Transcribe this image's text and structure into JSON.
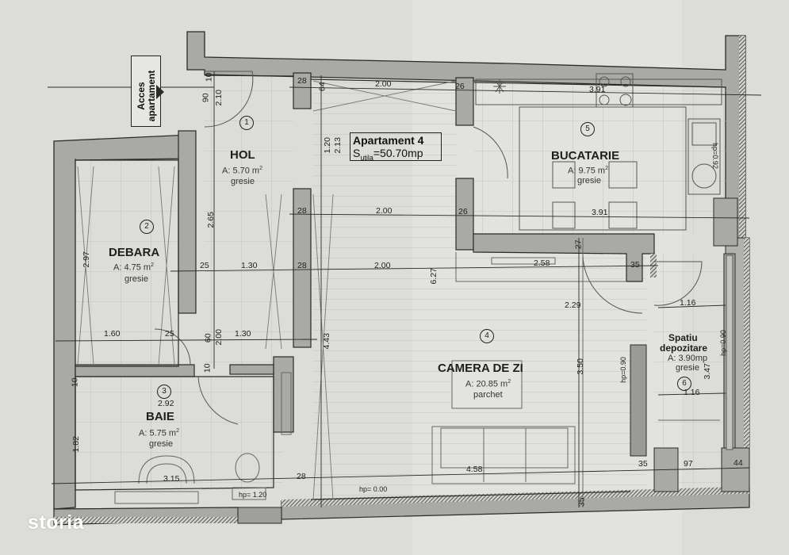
{
  "plan": {
    "title": "Apartament 4",
    "area_label": "S",
    "area_sub": "utila",
    "area_value": "=50.70mp",
    "access_label_line1": "Acces",
    "access_label_line2": "apartament"
  },
  "rooms": [
    {
      "number": "1",
      "name": "HOL",
      "area": "A: 5.70 m",
      "floor": "gresie"
    },
    {
      "number": "2",
      "name": "DEBARA",
      "area": "A: 4.75 m",
      "floor": "gresie"
    },
    {
      "number": "3",
      "name": "BAIE",
      "area": "A: 5.75 m",
      "floor": "gresie"
    },
    {
      "number": "4",
      "name": "CAMERA DE ZI",
      "area": "A: 20.85 m",
      "floor": "parchet"
    },
    {
      "number": "5",
      "name": "BUCATARIE",
      "area": "A: 9.75 m",
      "floor": "gresie"
    },
    {
      "number": "6",
      "name": "Spatiu depozitare",
      "name_line1": "Spatiu",
      "name_line2": "depozitare",
      "area": "A: 3.90mp",
      "floor": "gresie"
    }
  ],
  "area_unit_sup": "2",
  "dimensions": {
    "hol_top": "10",
    "hol_door": "90",
    "hol_height": "2.10",
    "w28_top": "28",
    "hall_width_top": "2.00",
    "hall_64": "64",
    "w26_top": "26",
    "kitchen_top": "3.91",
    "hall_120": "1.20",
    "hall_213": "2.13",
    "kitchen_hp": "hp=0.92",
    "w28_mid": "28",
    "hall_width_mid": "2.00",
    "w26_mid": "26",
    "kitchen_bottom": "3.91",
    "hol_265": "2.65",
    "debara_297": "2.97",
    "w25_a": "25",
    "hol_130_a": "1.30",
    "w28_b": "28",
    "hall_width_low": "2.00",
    "living_258": "2.58",
    "living_627": "6.27",
    "living_27": "27",
    "w35_a": "35",
    "living_229": "2.29",
    "storage_116_a": "1.16",
    "debara_160": "1.60",
    "w25_b": "25",
    "door_60": "60",
    "hol_200": "2.00",
    "hol_130_b": "1.30",
    "hall_443": "4.43",
    "living_350": "3.50",
    "living_hp": "hp=0.90",
    "storage_hp": "hp=0.90",
    "storage_347": "3.47",
    "storage_116_b": "1.16",
    "baie_10a": "10",
    "baie_10b": "10",
    "baie_292": "2.92",
    "baie_182": "1.82",
    "baie_315": "3.15",
    "baie_hp": "hp= 1.20",
    "w28_c": "28",
    "hall_hp": "hp= 0.00",
    "living_458": "4.58",
    "w35_b": "35",
    "w35_c": "35",
    "storage_97": "97",
    "w44": "44"
  },
  "watermark": "storia",
  "colors": {
    "paper": "#e4e4e1",
    "wall": "#a9a9a6",
    "wall_dark": "#8f8f8c",
    "line": "#2a2a2a",
    "grid": "#b8b8b5",
    "hatch": "#6e6e6b"
  }
}
